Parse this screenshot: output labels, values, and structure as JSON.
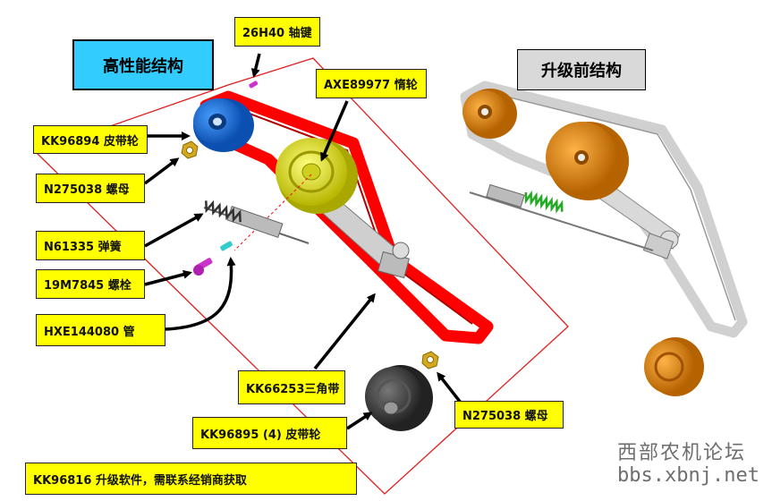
{
  "titles": {
    "high_performance": "高性能结构",
    "before_upgrade": "升级前结构"
  },
  "labels": {
    "key": "26H40 轴键",
    "idler": "AXE89977 惰轮",
    "pulley_blue": "KK96894 皮带轮",
    "nut_1": "N275038  螺母",
    "spring": "N61335   弹簧",
    "bolt": "19M7845  螺栓",
    "tube": "HXE144080    管",
    "belt": "KK66253三角带",
    "nut_2": "N275038   螺母",
    "pulley_black": "KK96895 (4)  皮带轮",
    "upgrade_kit": "KK96816  升级软件，需联系经销商获取"
  },
  "watermark": {
    "line1": "西部农机论坛",
    "line2": "bbs.xbnj.net"
  },
  "colors": {
    "label_bg": "#ffff00",
    "title_new_bg": "#33ccff",
    "title_old_bg": "#d9d9d9",
    "belt_new": "#ff0000",
    "belt_old": "#d0d0d0",
    "frame_line": "#e02020",
    "pulley_blue": "#1a6fd6",
    "idler_yellow": "#e6e600",
    "pulley_orange": "#e08a10",
    "pulley_black": "#3a3a3a"
  }
}
